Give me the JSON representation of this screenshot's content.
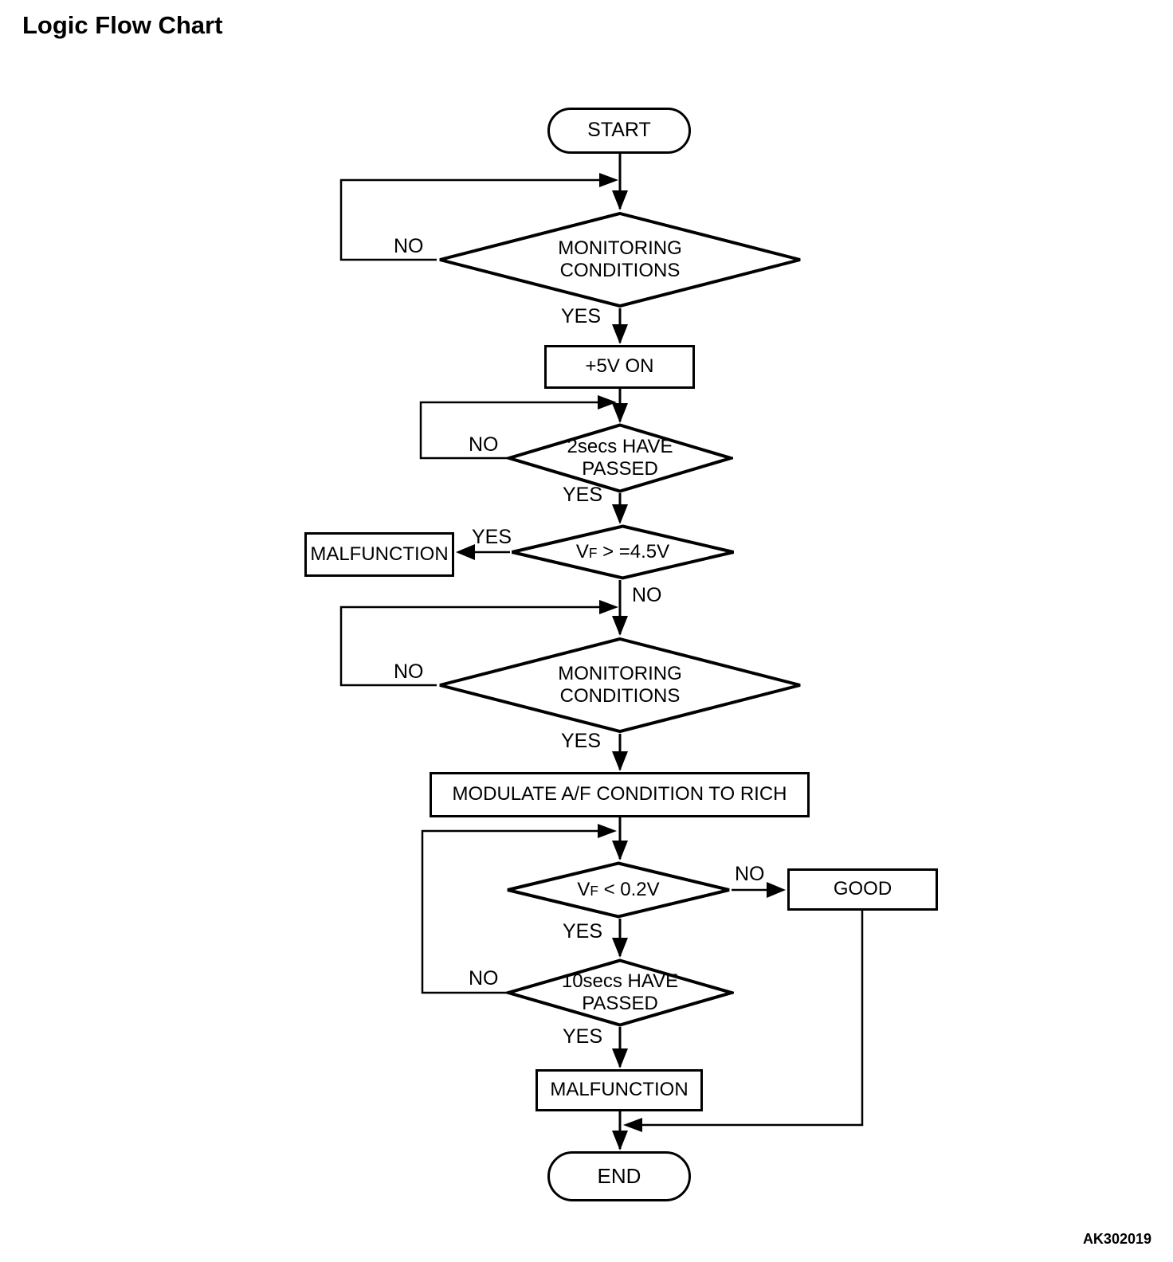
{
  "page": {
    "title": "Logic Flow Chart",
    "figure_code": "AK302019"
  },
  "labels": {
    "yes": "YES",
    "no": "NO"
  },
  "nodes": {
    "start": {
      "label": "START"
    },
    "monitoring_1": {
      "line1": "MONITORING",
      "line2": "CONDITIONS"
    },
    "power_5v": {
      "label": "+5V ON"
    },
    "wait_2secs": {
      "line1": "2secs HAVE",
      "line2": "PASSED"
    },
    "vf_ge_45": {
      "prefix": "V",
      "subscript": "F",
      "condition": " > =4.5V"
    },
    "malfunction_1": {
      "label": "MALFUNCTION"
    },
    "monitoring_2": {
      "line1": "MONITORING",
      "line2": "CONDITIONS"
    },
    "modulate": {
      "label": "MODULATE A/F CONDITION TO RICH"
    },
    "vf_lt_02": {
      "prefix": "V",
      "subscript": "F",
      "condition": " < 0.2V"
    },
    "good": {
      "label": "GOOD"
    },
    "wait_10secs": {
      "line1": "10secs HAVE",
      "line2": "PASSED"
    },
    "malfunction_2": {
      "label": "MALFUNCTION"
    },
    "end": {
      "label": "END"
    }
  },
  "flow": {
    "edges": [
      {
        "from": "start",
        "to": "monitoring_1",
        "label": ""
      },
      {
        "from": "monitoring_1",
        "to": "monitoring_1",
        "label": "NO"
      },
      {
        "from": "monitoring_1",
        "to": "power_5v",
        "label": "YES"
      },
      {
        "from": "power_5v",
        "to": "wait_2secs",
        "label": ""
      },
      {
        "from": "wait_2secs",
        "to": "wait_2secs",
        "label": "NO"
      },
      {
        "from": "wait_2secs",
        "to": "vf_ge_45",
        "label": "YES"
      },
      {
        "from": "vf_ge_45",
        "to": "malfunction_1",
        "label": "YES"
      },
      {
        "from": "vf_ge_45",
        "to": "monitoring_2",
        "label": "NO"
      },
      {
        "from": "monitoring_2",
        "to": "monitoring_2",
        "label": "NO"
      },
      {
        "from": "monitoring_2",
        "to": "modulate",
        "label": "YES"
      },
      {
        "from": "modulate",
        "to": "vf_lt_02",
        "label": ""
      },
      {
        "from": "vf_lt_02",
        "to": "good",
        "label": "NO"
      },
      {
        "from": "vf_lt_02",
        "to": "wait_10secs",
        "label": "YES"
      },
      {
        "from": "wait_10secs",
        "to": "vf_lt_02",
        "label": "NO"
      },
      {
        "from": "wait_10secs",
        "to": "malfunction_2",
        "label": "YES"
      },
      {
        "from": "malfunction_2",
        "to": "end",
        "label": ""
      },
      {
        "from": "good",
        "to": "end",
        "label": ""
      }
    ]
  },
  "colors": {
    "background": "#ffffff",
    "line": "#000000",
    "text": "#000000"
  }
}
